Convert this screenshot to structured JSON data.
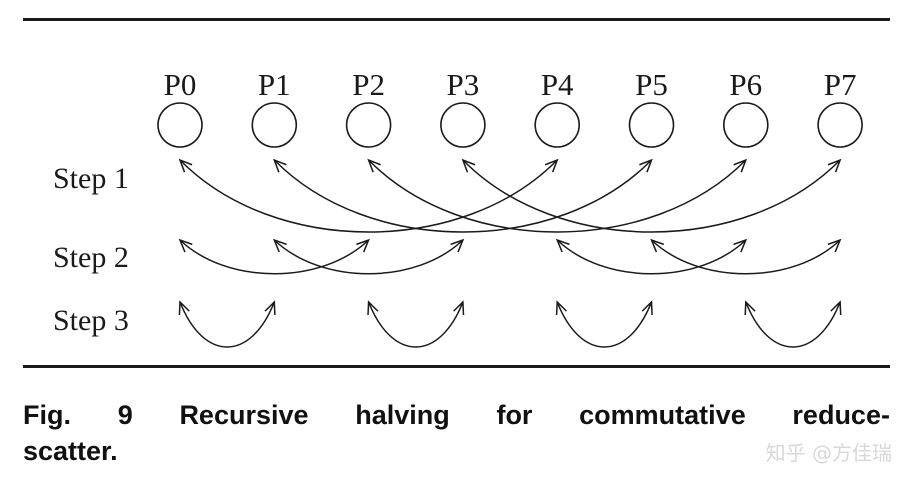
{
  "diagram": {
    "nodes": [
      "P0",
      "P1",
      "P2",
      "P3",
      "P4",
      "P5",
      "P6",
      "P7"
    ],
    "steps": [
      {
        "label": "Step 1",
        "pairs": [
          [
            0,
            4
          ],
          [
            1,
            5
          ],
          [
            2,
            6
          ],
          [
            3,
            7
          ]
        ]
      },
      {
        "label": "Step 2",
        "pairs": [
          [
            0,
            2
          ],
          [
            1,
            3
          ],
          [
            4,
            6
          ],
          [
            5,
            7
          ]
        ]
      },
      {
        "label": "Step 3",
        "pairs": [
          [
            0,
            1
          ],
          [
            2,
            3
          ],
          [
            4,
            5
          ],
          [
            6,
            7
          ]
        ]
      }
    ]
  },
  "caption": {
    "line1": [
      "Fig.",
      "9",
      "Recursive",
      "halving",
      "for",
      "commutative",
      "reduce-"
    ],
    "line2": "scatter."
  },
  "watermark": "知乎 @方佳瑞"
}
